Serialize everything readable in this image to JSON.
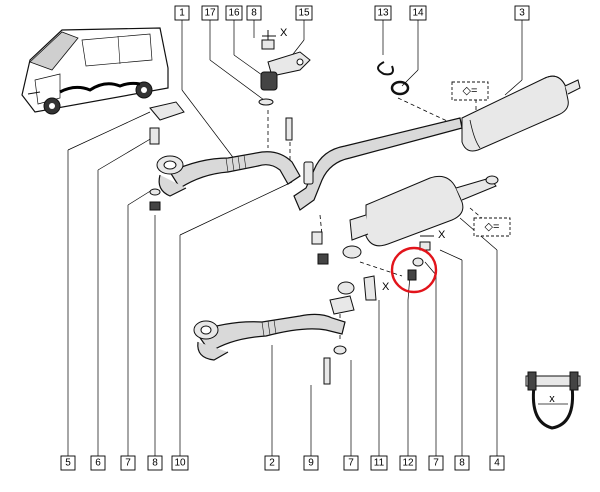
{
  "callouts_top": [
    {
      "id": "c1",
      "label": "1"
    },
    {
      "id": "c17",
      "label": "17"
    },
    {
      "id": "c16",
      "label": "16"
    },
    {
      "id": "c8t",
      "label": "8"
    },
    {
      "id": "c15",
      "label": "15"
    },
    {
      "id": "c13",
      "label": "13"
    },
    {
      "id": "c14",
      "label": "14"
    },
    {
      "id": "c3",
      "label": "3"
    }
  ],
  "callouts_bottom": [
    {
      "id": "b5",
      "label": "5"
    },
    {
      "id": "b6",
      "label": "6"
    },
    {
      "id": "b7a",
      "label": "7"
    },
    {
      "id": "b8a",
      "label": "8"
    },
    {
      "id": "b10",
      "label": "10"
    },
    {
      "id": "b2",
      "label": "2"
    },
    {
      "id": "b9",
      "label": "9"
    },
    {
      "id": "b7b",
      "label": "7"
    },
    {
      "id": "b11",
      "label": "11"
    },
    {
      "id": "b12",
      "label": "12"
    },
    {
      "id": "b7c",
      "label": "7"
    },
    {
      "id": "b8b",
      "label": "8"
    },
    {
      "id": "b4",
      "label": "4"
    }
  ],
  "annotations": {
    "x_mark": "X",
    "clamp_x": "x",
    "torque_symbol": "◇="
  }
}
